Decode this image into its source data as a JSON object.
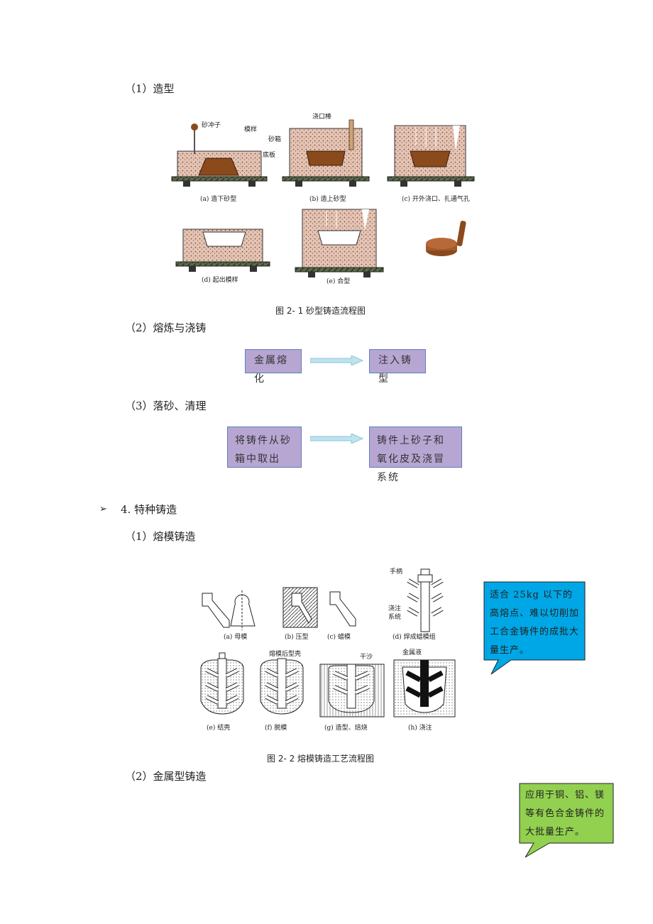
{
  "sections": {
    "s1_heading": "（1）造型",
    "fig1_caption": "图 2- 1 砂型铸造流程图",
    "s2_heading": "（2）熔炼与浇铸",
    "s3_heading": "（3）落砂、清理",
    "s4_heading": "4.  特种铸造",
    "s4_1_heading": "（1）熔模铸造",
    "fig2_caption": "图 2- 2 熔模铸造工艺流程图",
    "s4_2_heading": "（2）金属型铸造"
  },
  "bullet_symbol": "➢",
  "flow1": {
    "from": "金属熔化",
    "to": "注入铸型"
  },
  "flow2": {
    "from": "将铸件从砂箱中取出",
    "to": "铸件上砂子和氧化皮及浇冒系统"
  },
  "fig1": {
    "labels": {
      "sand_rammer": "砂冲子",
      "pattern": "模样",
      "flask": "砂箱",
      "bottom_board": "底板",
      "sprue_pin": "浇口棒",
      "a": "(a) 造下砂型",
      "b": "(b) 造上砂型",
      "c": "(c) 开外浇口、扎通气孔",
      "d": "(d) 起出模样",
      "e": "(e) 合型"
    }
  },
  "fig2": {
    "labels": {
      "handle": "手柄",
      "gating": "浇注",
      "gating2": "系统",
      "a": "(a) 母模",
      "b": "(b) 压型",
      "c": "(c) 蜡模",
      "d": "(d) 焊成蜡模组",
      "shell": "熔模后型壳",
      "dry_sand": "干沙",
      "metal": "金属液",
      "e": "(e) 结壳",
      "f": "(f) 脱模",
      "g": "(g) 造型、焙烧",
      "h": "(h) 浇注"
    }
  },
  "callouts": {
    "blue": "适合 25kg 以下的高熔点、难以切削加工合金铸件的成批大量生产。",
    "green": "应用于铜、铝、镁等有色合金铸件的大批量生产。"
  },
  "colors": {
    "blue_callout": "#00a7e6",
    "green_callout": "#92d050",
    "flow_box": "#b7a6d2",
    "sand": "#e3c3b3",
    "wood": "#8b4a1c"
  }
}
